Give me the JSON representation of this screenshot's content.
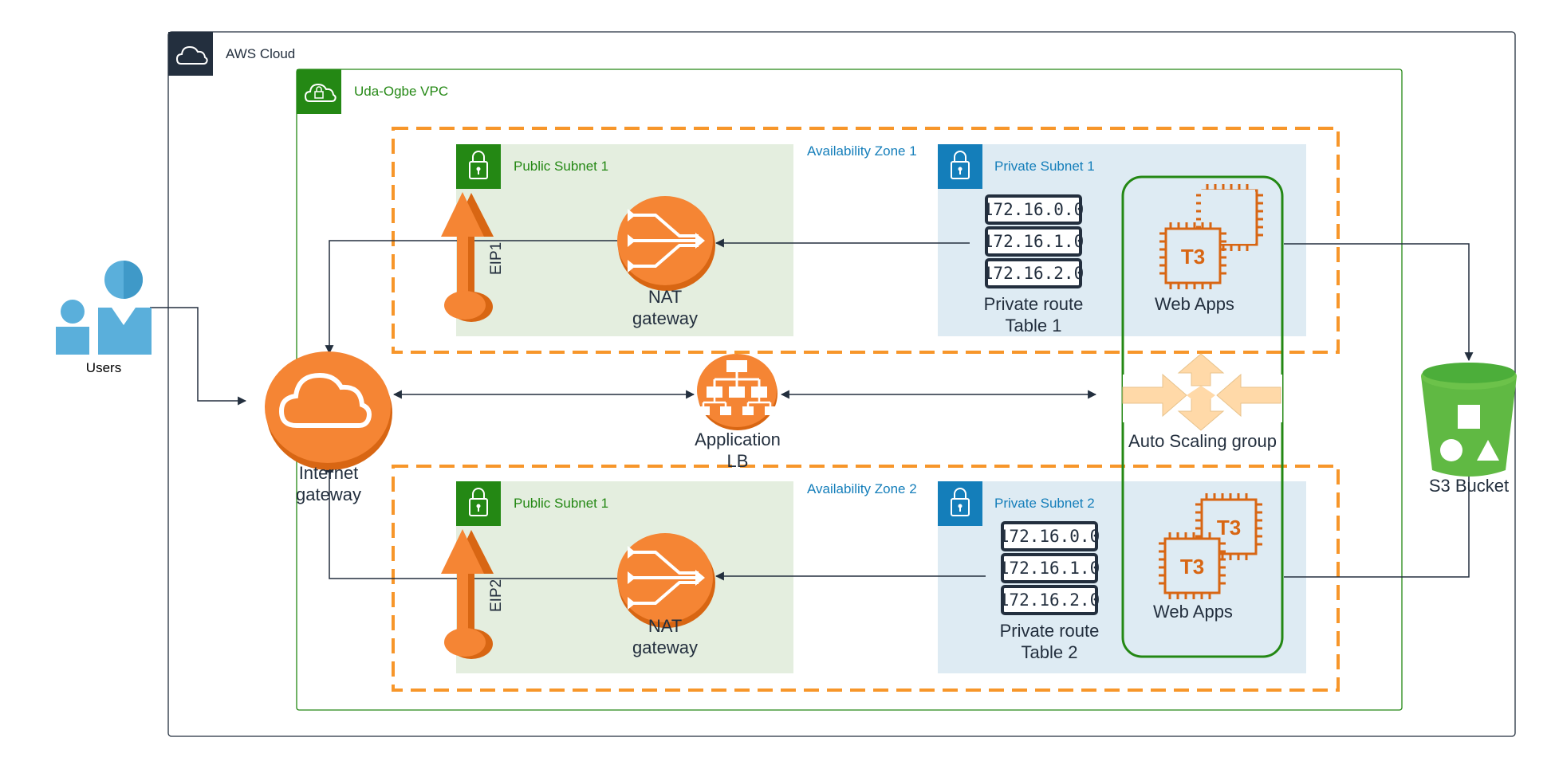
{
  "groups": {
    "aws_cloud": "AWS Cloud",
    "vpc": "Uda-Ogbe VPC",
    "az1": "Availability Zone 1",
    "az2": "Availability Zone 2",
    "public_subnet_1": "Public Subnet 1",
    "public_subnet_2": "Public Subnet 1",
    "private_subnet_1": "Private Subnet 1",
    "private_subnet_2": "Private Subnet 2"
  },
  "nodes": {
    "users": "Users",
    "internet_gateway": [
      "Internet",
      "gateway"
    ],
    "application_lb": [
      "Application",
      "LB"
    ],
    "auto_scaling": "Auto Scaling group",
    "s3": "S3 Bucket",
    "nat1": [
      "NAT",
      "gateway"
    ],
    "nat2": [
      "NAT",
      "gateway"
    ],
    "eip1": "EIP1",
    "eip2": "EIP2",
    "route_table_1": [
      "Private route",
      "Table 1"
    ],
    "route_table_2": [
      "Private route",
      "Table 2"
    ],
    "webapps1": "Web Apps",
    "webapps2": "Web Apps",
    "ec2_type": "T3"
  },
  "route_entries": [
    "172.16.0.0",
    "172.16.1.0",
    "172.16.2.0"
  ],
  "colors": {
    "aws_orange": "#f58534",
    "aws_dark": "#232f3e",
    "vpc_green": "#248814",
    "public_fill": "#e4eedf",
    "private_blue": "#147eba",
    "private_fill": "#deebf3",
    "az_orange": "#f7962a",
    "ec2_orange": "#d86613",
    "s3_green": "#60b943",
    "users_blue": "#5aafdb"
  }
}
